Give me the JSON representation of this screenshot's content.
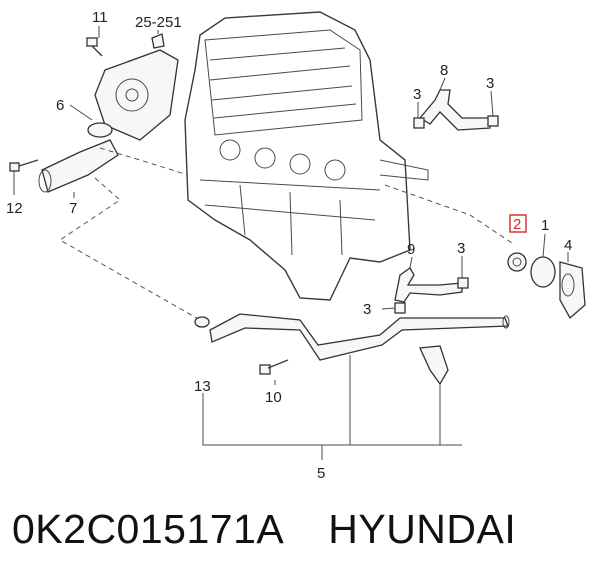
{
  "labels": {
    "p11": "11",
    "p25_251": "25-251",
    "p6": "6",
    "p12": "12",
    "p7": "7",
    "p8": "8",
    "p3a": "3",
    "p3b": "3",
    "p2": "2",
    "p1": "1",
    "p4": "4",
    "p9": "9",
    "p3c": "3",
    "p3d": "3",
    "p13": "13",
    "p10": "10",
    "p5": "5"
  },
  "highlight_color": "#d9232d",
  "caption": {
    "part_number": "0K2C015171A",
    "brand": "HYUNDAI"
  }
}
